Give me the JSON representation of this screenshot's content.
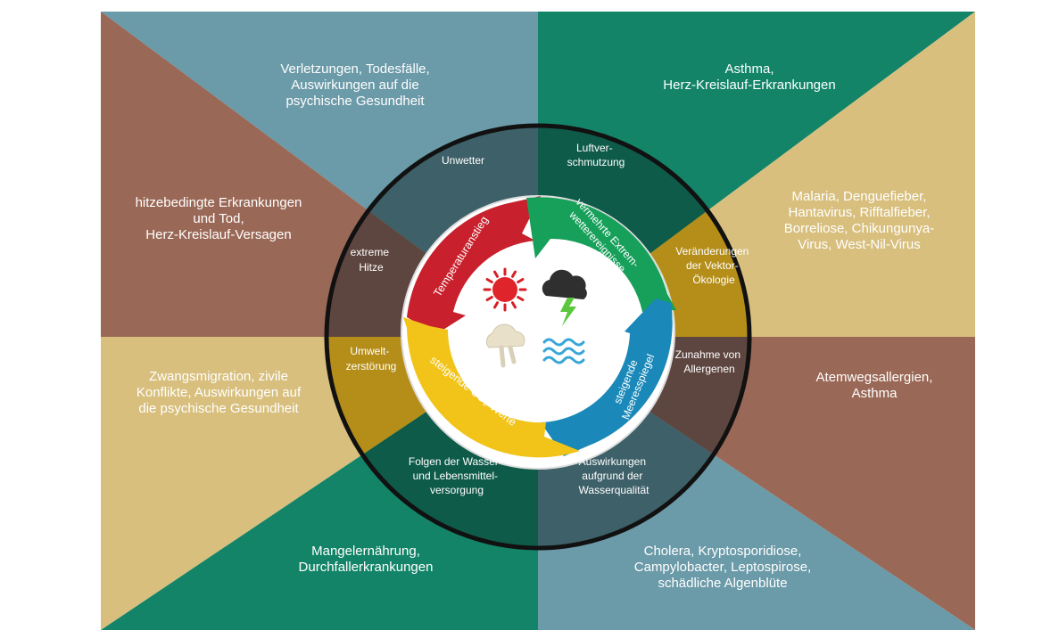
{
  "colors": {
    "steel_blue": "#6b9aa8",
    "green": "#138468",
    "tan": "#d8bf7d",
    "brown": "#9a6856",
    "dark_slate": "#3e6068",
    "dark_green": "#0f5b4a",
    "dark_brown": "#5e4640",
    "ochre": "#b58e19",
    "arrow_red": "#c8202c",
    "arrow_green": "#17a05a",
    "arrow_blue": "#1a88b8",
    "arrow_yellow": "#f2c419"
  },
  "outer_labels": {
    "top_left": "Verletzungen, Todesfälle,\nAuswirkungen auf die\npsychische Gesundheit",
    "top_right": "Asthma,\nHerz-Kreislauf-Erkrankungen",
    "upper_left": "hitzebedingte Erkrankungen\nund Tod,\nHerz-Kreislauf-Versagen",
    "upper_right": "Malaria, Denguefieber,\nHantavirus, Rifftalfieber,\nBorreliose, Chikungunya-\nVirus, West-Nil-Virus",
    "lower_left": "Zwangsmigration, zivile\nKonflikte, Auswirkungen auf\ndie psychische Gesundheit",
    "lower_right": "Atemwegsallergien,\nAsthma",
    "bottom_left": "Mangelernährung,\nDurchfallerkrankungen",
    "bottom_right": "Cholera, Kryptosporidiose,\nCampylobacter, Leptospirose,\nschädliche Algenblüte"
  },
  "ring_labels": {
    "unwetter": [
      "Unwetter"
    ],
    "luftverschmutzung": [
      "Luftver-",
      "schmutzung"
    ],
    "extreme_hitze": [
      "extreme",
      "Hitze"
    ],
    "vektor": [
      "Veränderungen",
      "der Vektor-",
      "Ökologie"
    ],
    "umweltzerstoerung": [
      "Umwelt-",
      "zerstörung"
    ],
    "allergene": [
      "Zunahme von",
      "Allergenen"
    ],
    "wasser_lebensmittel": [
      "Folgen der Wasser-",
      "und Lebensmittel-",
      "versorgung"
    ],
    "wasserqualitaet": [
      "Auswirkungen",
      "aufgrund der",
      "Wasserqualität"
    ]
  },
  "arrow_labels": {
    "temperaturanstieg": "Temperaturanstieg",
    "extremwetter": [
      "vermehrte Extrem-",
      "wetterereignisse"
    ],
    "meeresspiegel": [
      "steigende",
      "Meeresspiegel"
    ],
    "co2": "steigende CO₂-Werte"
  },
  "icons": [
    "sun-icon",
    "storm-cloud-icon",
    "cloud-icon",
    "waves-icon"
  ]
}
